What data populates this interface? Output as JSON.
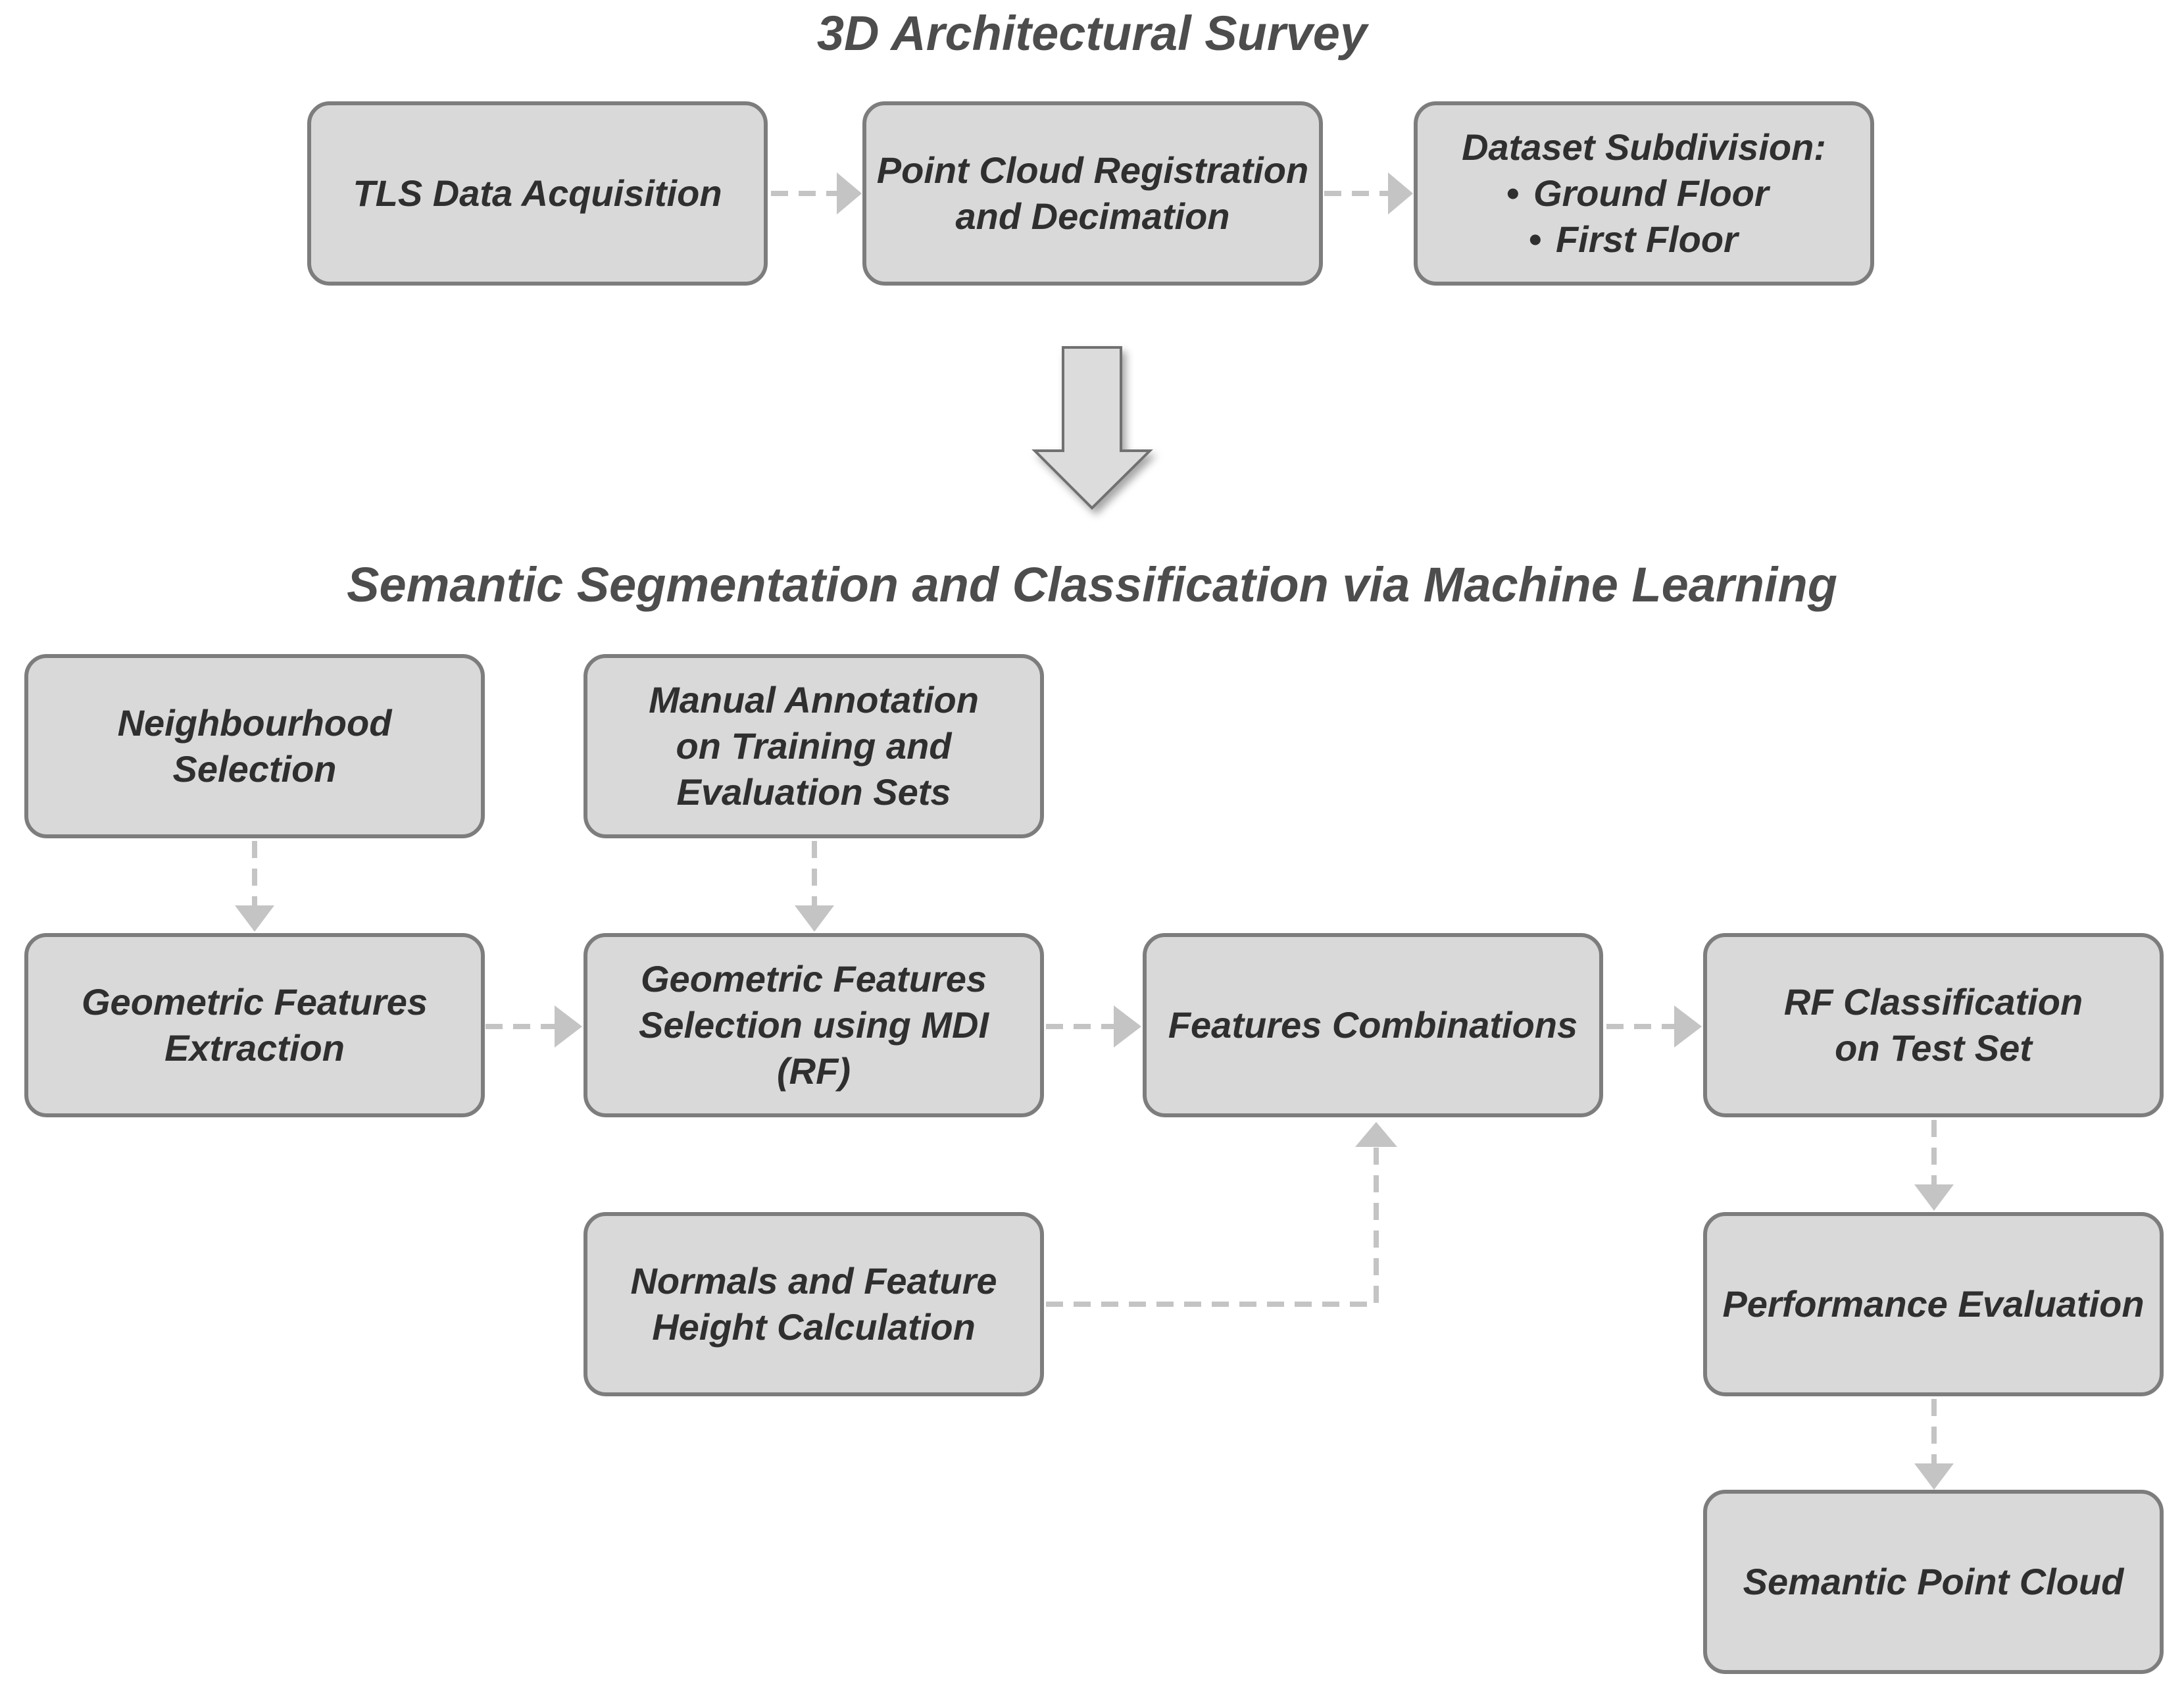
{
  "survey": {
    "title": "3D Architectural Survey",
    "tls": "TLS Data Acquisition",
    "registration": [
      "Point Cloud Registration",
      "and Decimation"
    ],
    "subdivision": {
      "heading": "Dataset Subdivision:",
      "items": [
        "Ground Floor",
        "First Floor"
      ]
    }
  },
  "ml": {
    "title": "Semantic Segmentation and Classification via Machine Learning",
    "neighbourhood": [
      "Neighbourhood",
      "Selection"
    ],
    "annotation": [
      "Manual Annotation",
      "on Training and",
      "Evaluation Sets"
    ],
    "extraction": [
      "Geometric Features",
      "Extraction"
    ],
    "selection": [
      "Geometric Features",
      "Selection using MDI",
      "(RF)"
    ],
    "combinations": "Features Combinations",
    "rf_classification": [
      "RF Classification",
      "on Test Set"
    ],
    "normals": [
      "Normals and Feature",
      "Height Calculation"
    ],
    "performance": "Performance Evaluation",
    "semantic_cloud": "Semantic Point Cloud"
  },
  "colors": {
    "box_fill": "#d9d9d9",
    "box_border": "#7d7d7d",
    "connector": "#c4c4c4",
    "title_text": "#4d4d4d"
  }
}
